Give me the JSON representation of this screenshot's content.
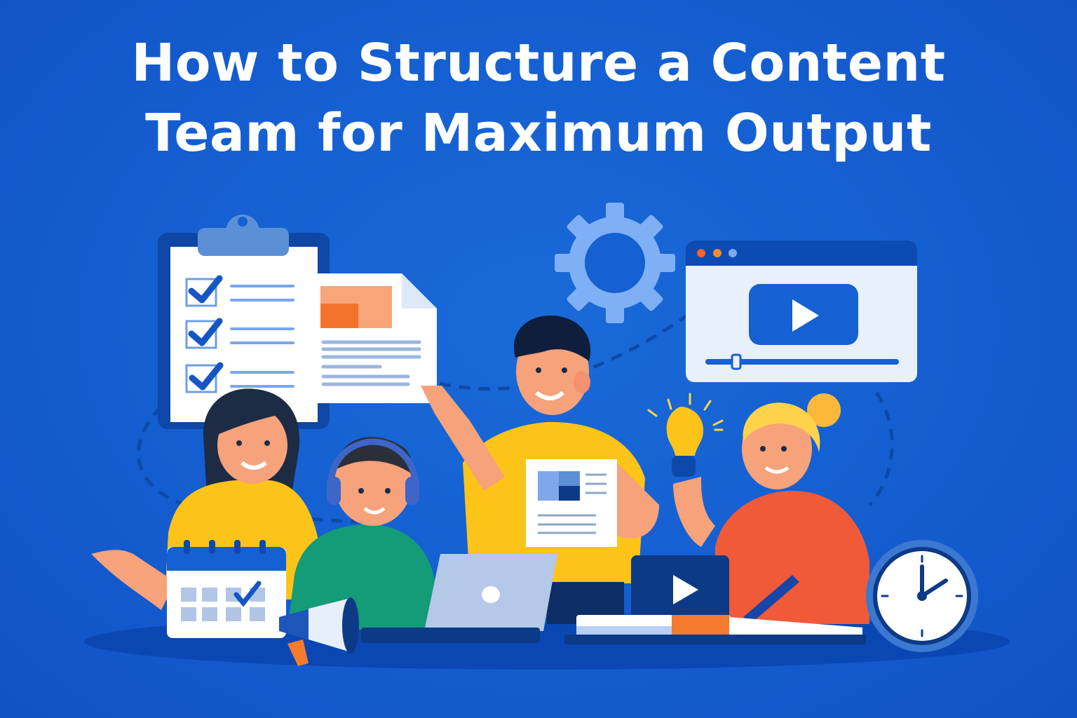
{
  "title": {
    "line1": "How to Structure a Content",
    "line2": "Team for Maximum Output"
  },
  "colors": {
    "background": "#1560d2",
    "title_text": "#ffffff",
    "accent_orange": "#f47a2e",
    "accent_yellow": "#fcc419",
    "light_blue": "#7fb0f5",
    "dark_navy": "#0c3a86",
    "panel": "#e8f0fb"
  },
  "illustration": {
    "elements": [
      {
        "name": "clipboard-checklist",
        "icon": "clipboard-icon",
        "checked_items": 3
      },
      {
        "name": "document-page",
        "icon": "document-icon"
      },
      {
        "name": "gear",
        "icon": "gear-icon"
      },
      {
        "name": "video-window",
        "icon": "play-icon",
        "window_dots": 3
      },
      {
        "name": "lightbulb",
        "icon": "lightbulb-icon"
      },
      {
        "name": "calendar",
        "icon": "calendar-icon"
      },
      {
        "name": "megaphone",
        "icon": "megaphone-icon"
      },
      {
        "name": "laptop",
        "icon": "laptop-icon"
      },
      {
        "name": "video-tablet",
        "icon": "play-icon"
      },
      {
        "name": "clock",
        "icon": "clock-icon",
        "time": "2:00"
      }
    ],
    "people": [
      {
        "name": "woman-left",
        "shirt": "#fcc419"
      },
      {
        "name": "boy-headphones",
        "shirt": "#149b78"
      },
      {
        "name": "man-pointing",
        "shirt": "#fcc419"
      },
      {
        "name": "woman-right",
        "shirt": "#f05a38"
      }
    ]
  }
}
